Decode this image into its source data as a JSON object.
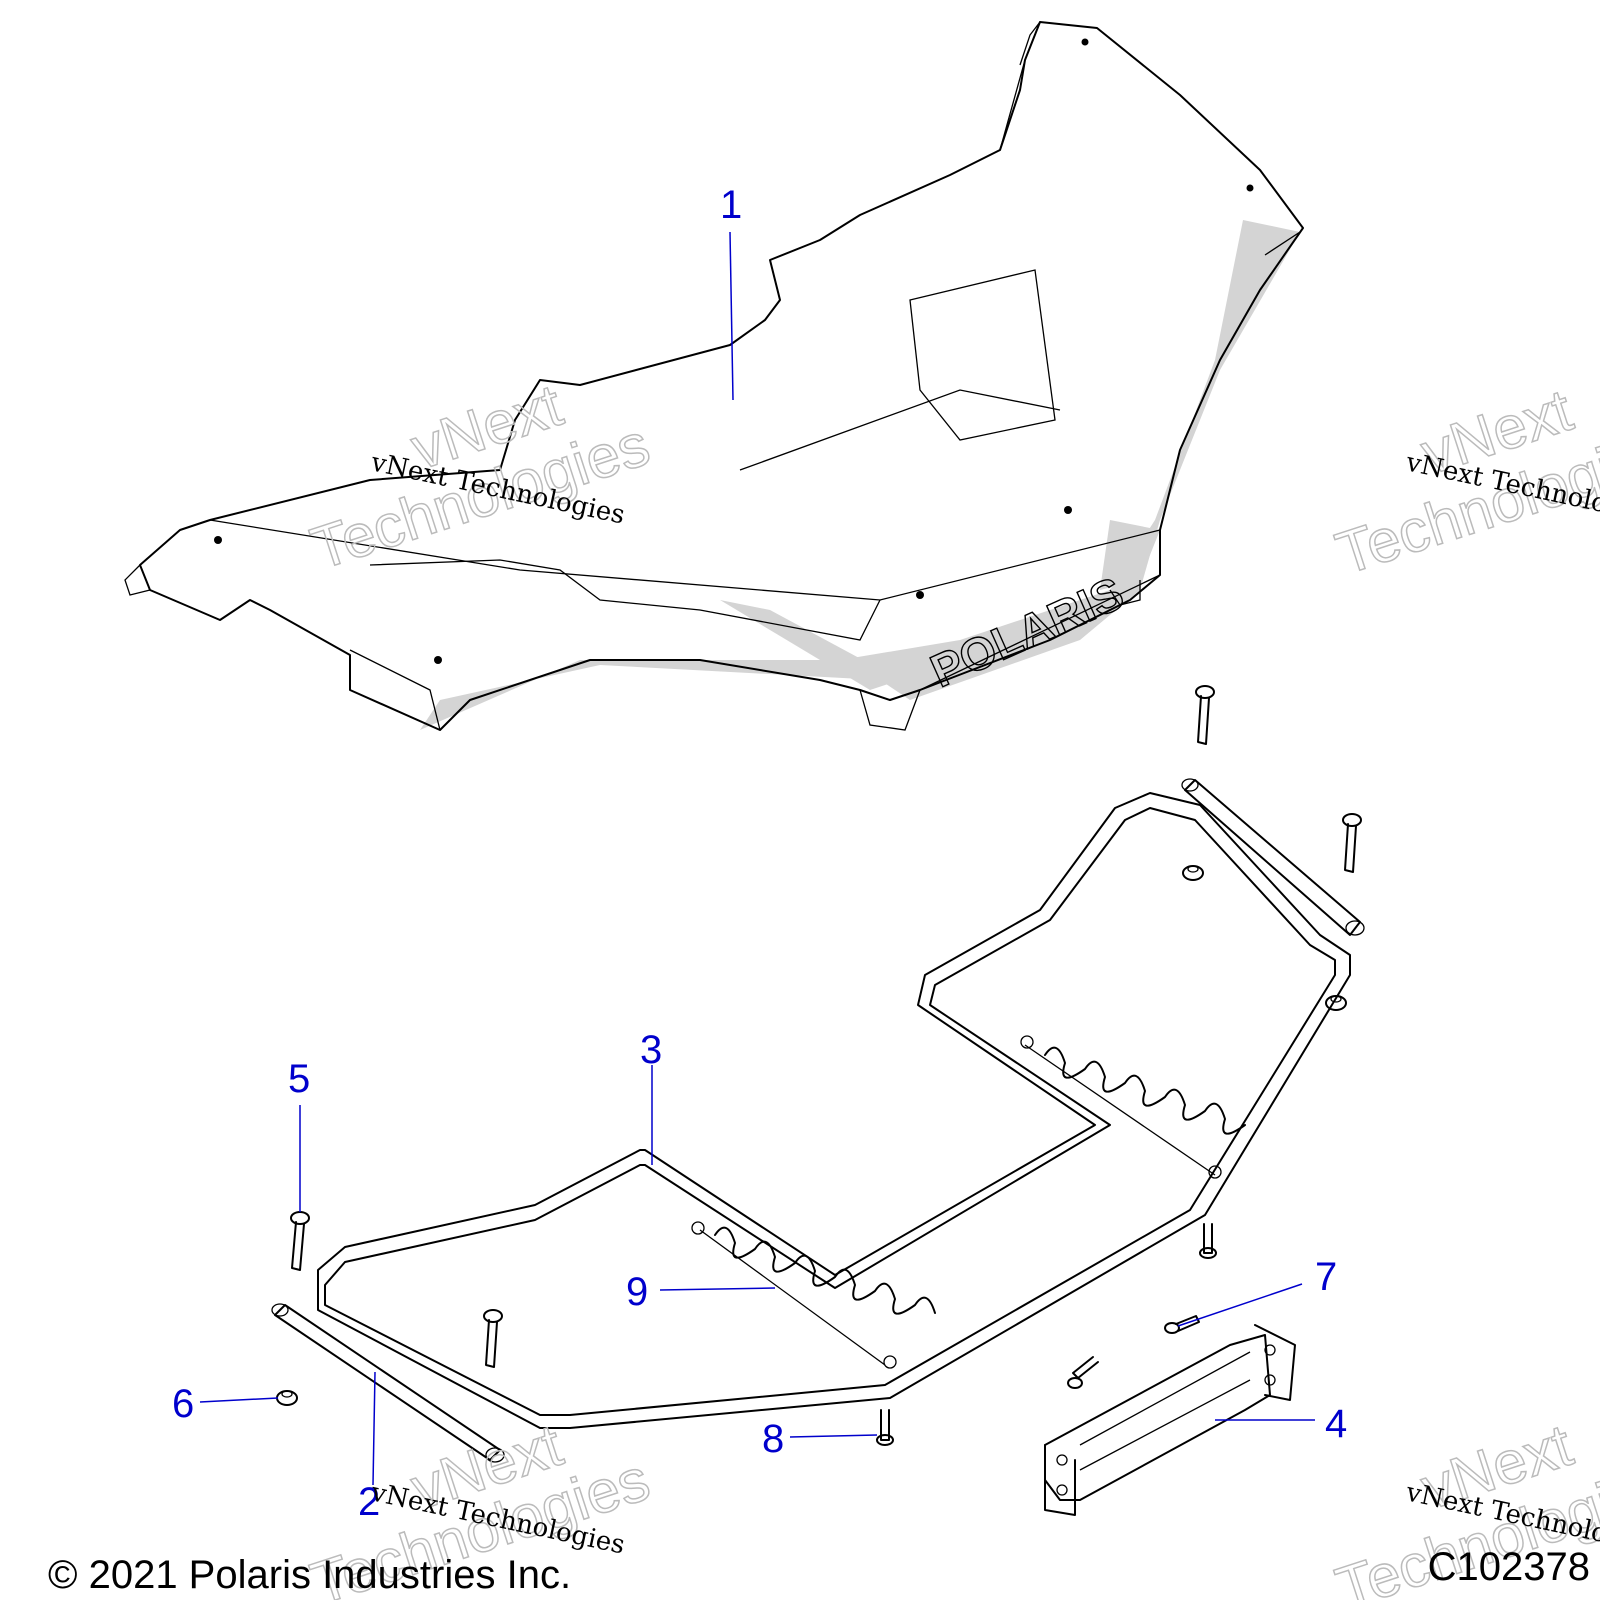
{
  "callouts": [
    {
      "label": "1"
    },
    {
      "label": "2"
    },
    {
      "label": "3"
    },
    {
      "label": "4"
    },
    {
      "label": "5"
    },
    {
      "label": "6"
    },
    {
      "label": "7"
    },
    {
      "label": "8"
    },
    {
      "label": "9"
    }
  ],
  "callout_color": "#0000cc",
  "brand_mark": "POLARIS",
  "watermark": {
    "small": "vNext Technologies",
    "large_1": "vNext",
    "large_2": "Technologies"
  },
  "footer": {
    "copyright": "© 2021 Polaris Industries Inc.",
    "figure_id": "C102378"
  }
}
